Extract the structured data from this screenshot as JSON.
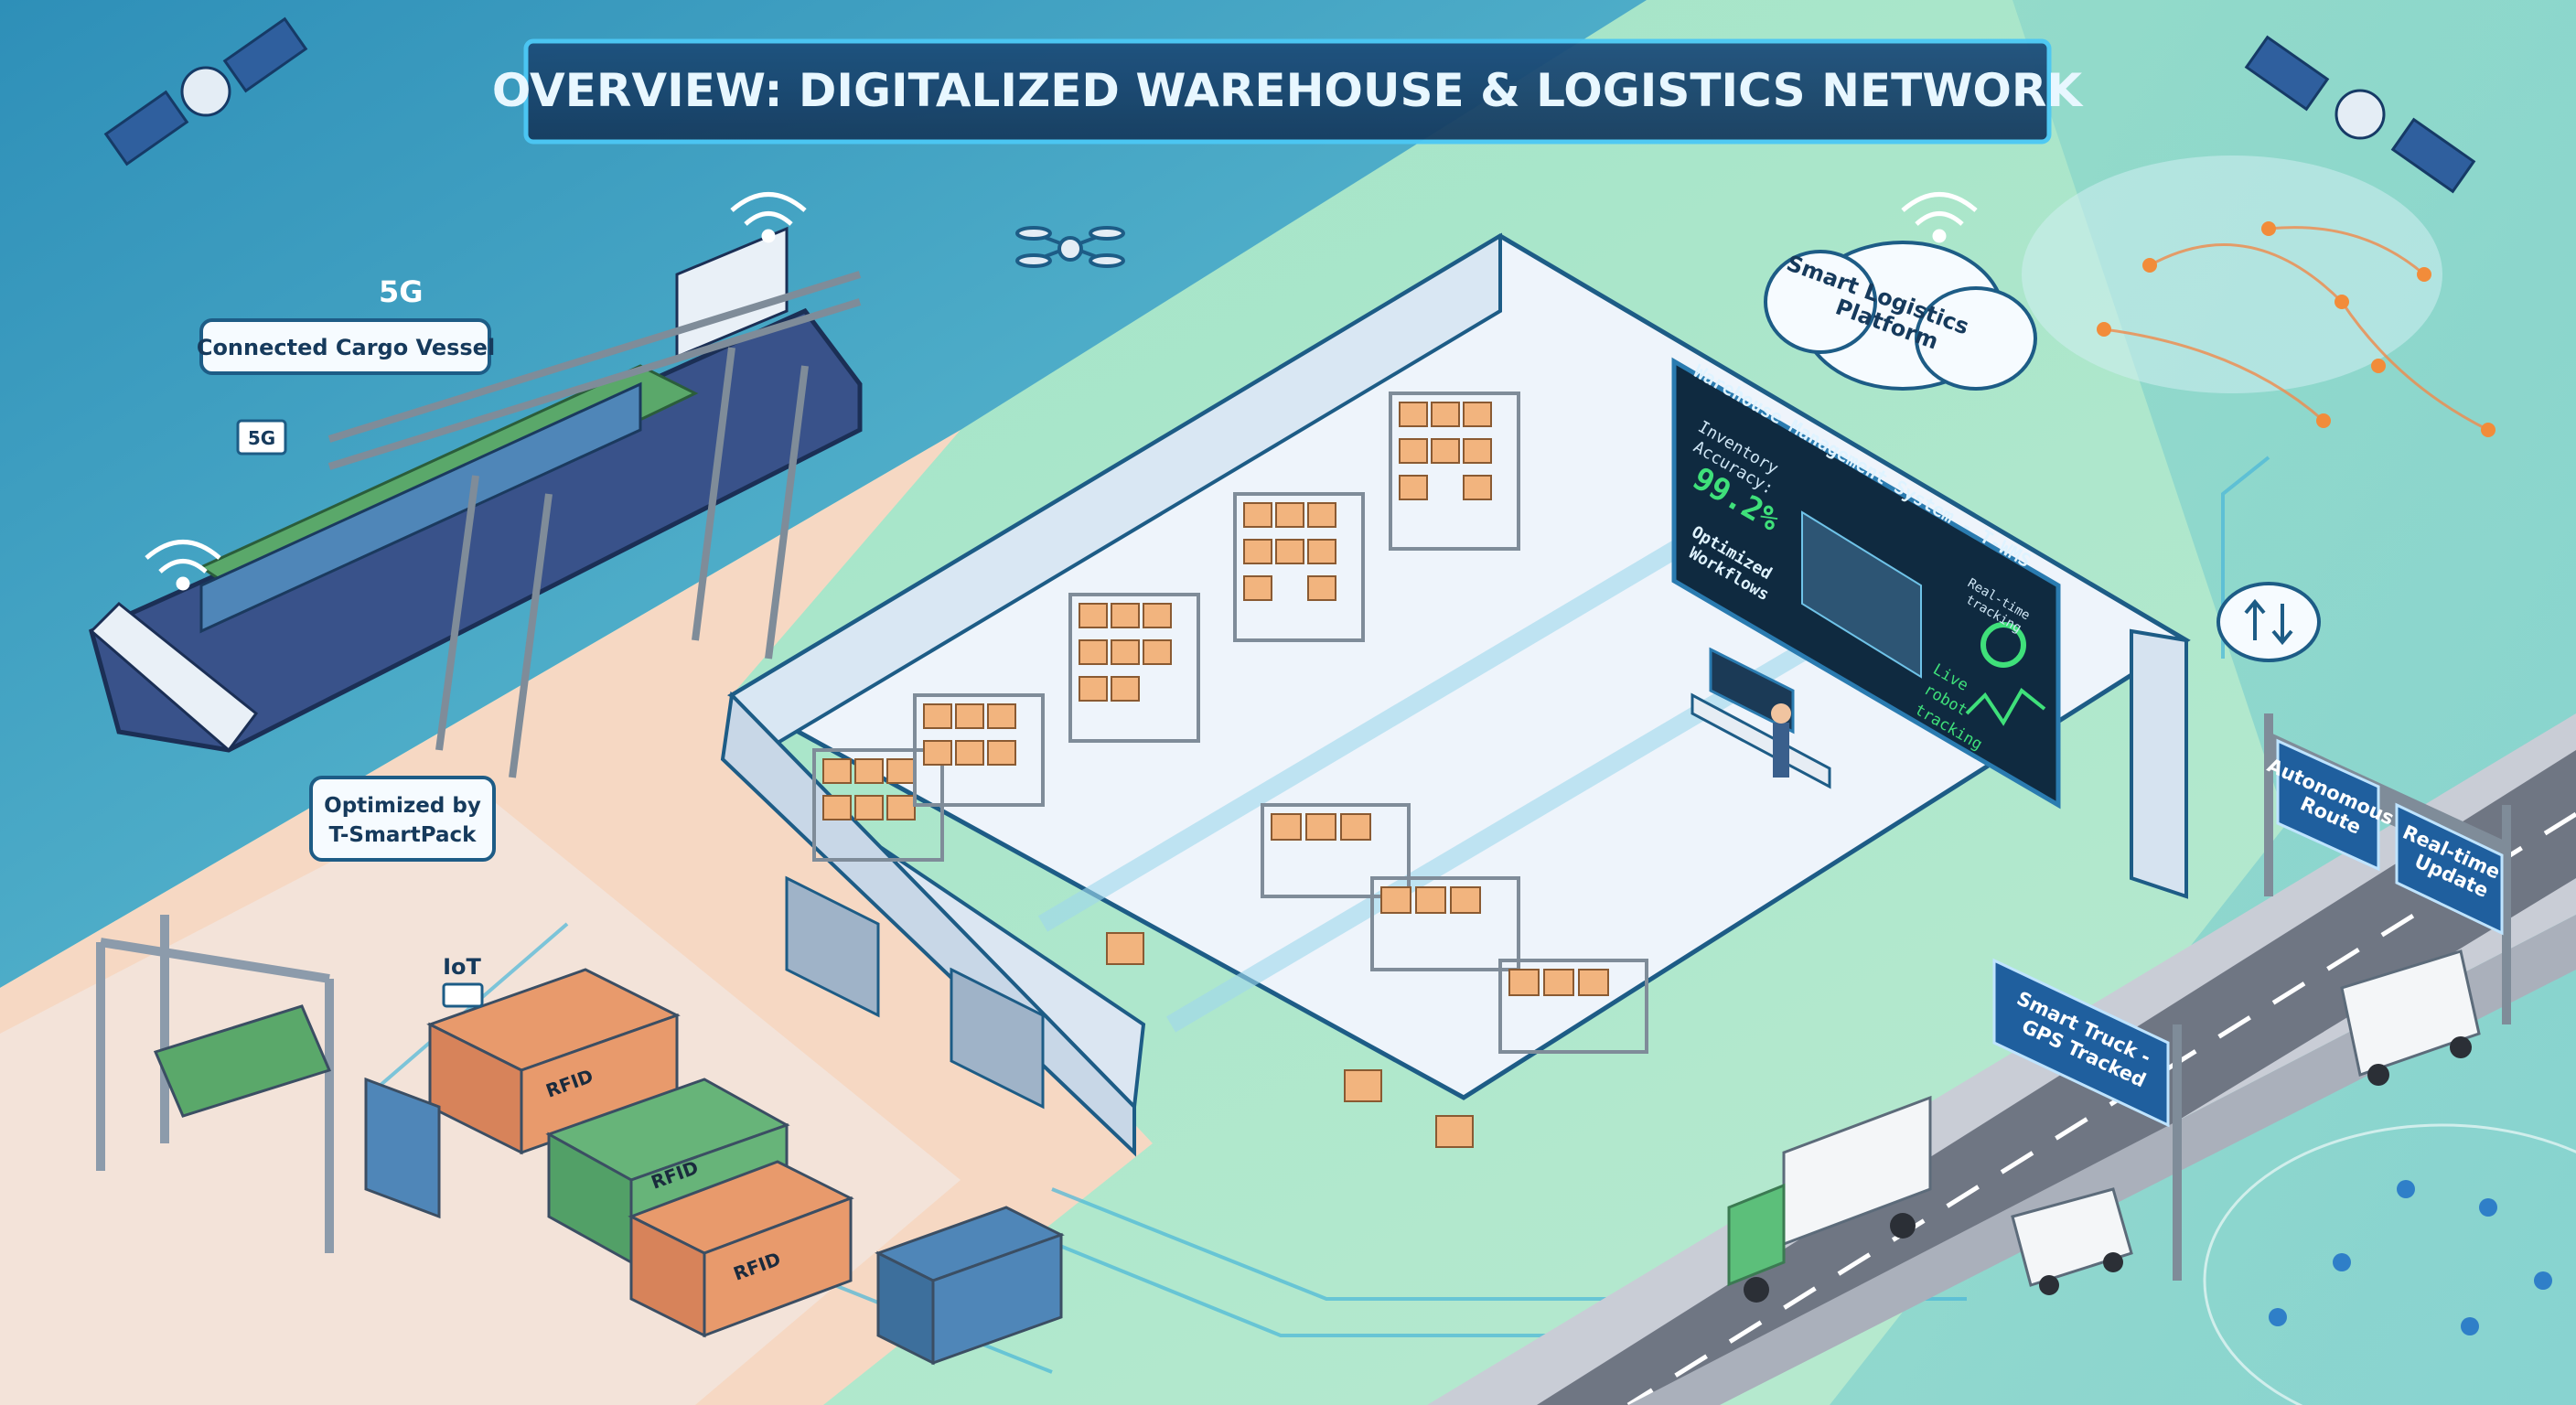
{
  "title": "OVERVIEW: DIGITALIZED WAREHOUSE & LOGISTICS NETWORK",
  "labels": {
    "cargo_vessel": "Connected Cargo Vessel",
    "five_g": "5G",
    "five_g_small": "5G",
    "optimized_line1": "Optimized by",
    "optimized_line2": "T-SmartPack",
    "iot": "IoT",
    "rfid": "RFID",
    "cloud_line1": "Smart Logistics",
    "cloud_line2": "Platform",
    "sign_autonomous_line1": "Autonomous",
    "sign_autonomous_line2": "Route",
    "sign_realtime_line1": "Real-time",
    "sign_realtime_line2": "Update",
    "sign_truck_line1": "Smart Truck -",
    "sign_truck_line2": "GPS Tracked"
  },
  "wms": {
    "title": "Warehouse Management System - T-WMS",
    "inventory_label_line1": "Inventory",
    "inventory_label_line2": "Accuracy:",
    "inventory_value": "99.2%",
    "workflows_line1": "Optimized",
    "workflows_line2": "Workflows",
    "realtime_line1": "Real-time",
    "realtime_line2": "tracking",
    "robot_line1": "Live",
    "robot_line2": "robot",
    "robot_line3": "tracking"
  },
  "colors": {
    "sea": "#3fa9c9",
    "grass": "#a8e6c4",
    "sand": "#f7d9c2",
    "frame": "#1d5c86",
    "title_text": "#e8f7ff",
    "screen": "#0f2a40",
    "accent_green": "#3fe07a"
  }
}
